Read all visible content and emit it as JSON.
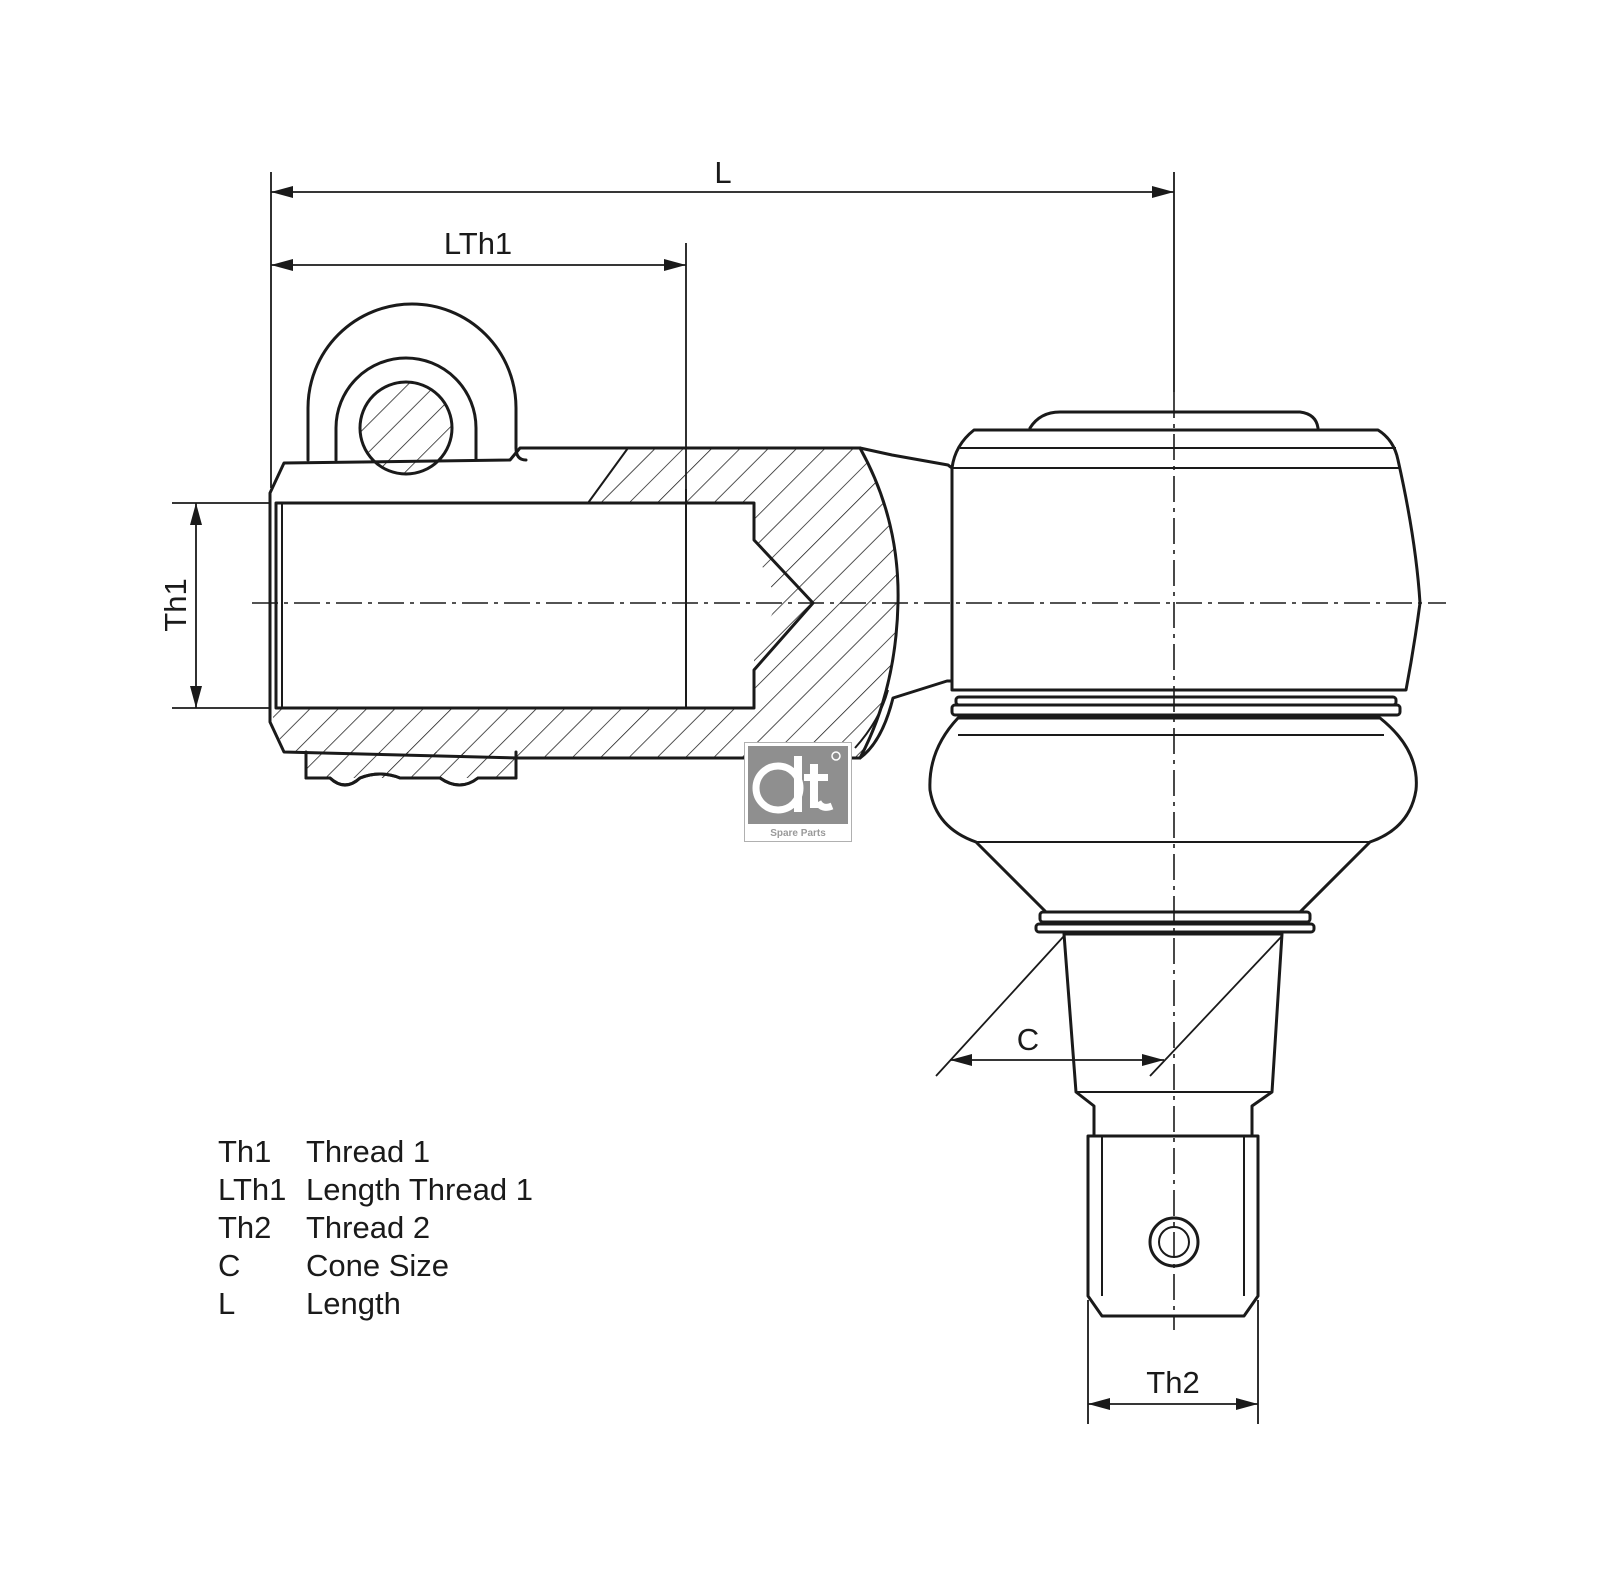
{
  "dimensions": {
    "length": "L",
    "length_thread_1": "LTh1",
    "thread_1": "Th1",
    "thread_2": "Th2",
    "cone": "C"
  },
  "legend": [
    {
      "key": "Th1",
      "text": "Thread 1"
    },
    {
      "key": "LTh1",
      "text": "Length Thread 1"
    },
    {
      "key": "Th2",
      "text": "Thread 2"
    },
    {
      "key": "C",
      "text": "Cone Size"
    },
    {
      "key": "L",
      "text": "Length"
    }
  ],
  "logo": {
    "mark": "dt",
    "caption": "Spare Parts",
    "color": "#8f8f8f"
  }
}
